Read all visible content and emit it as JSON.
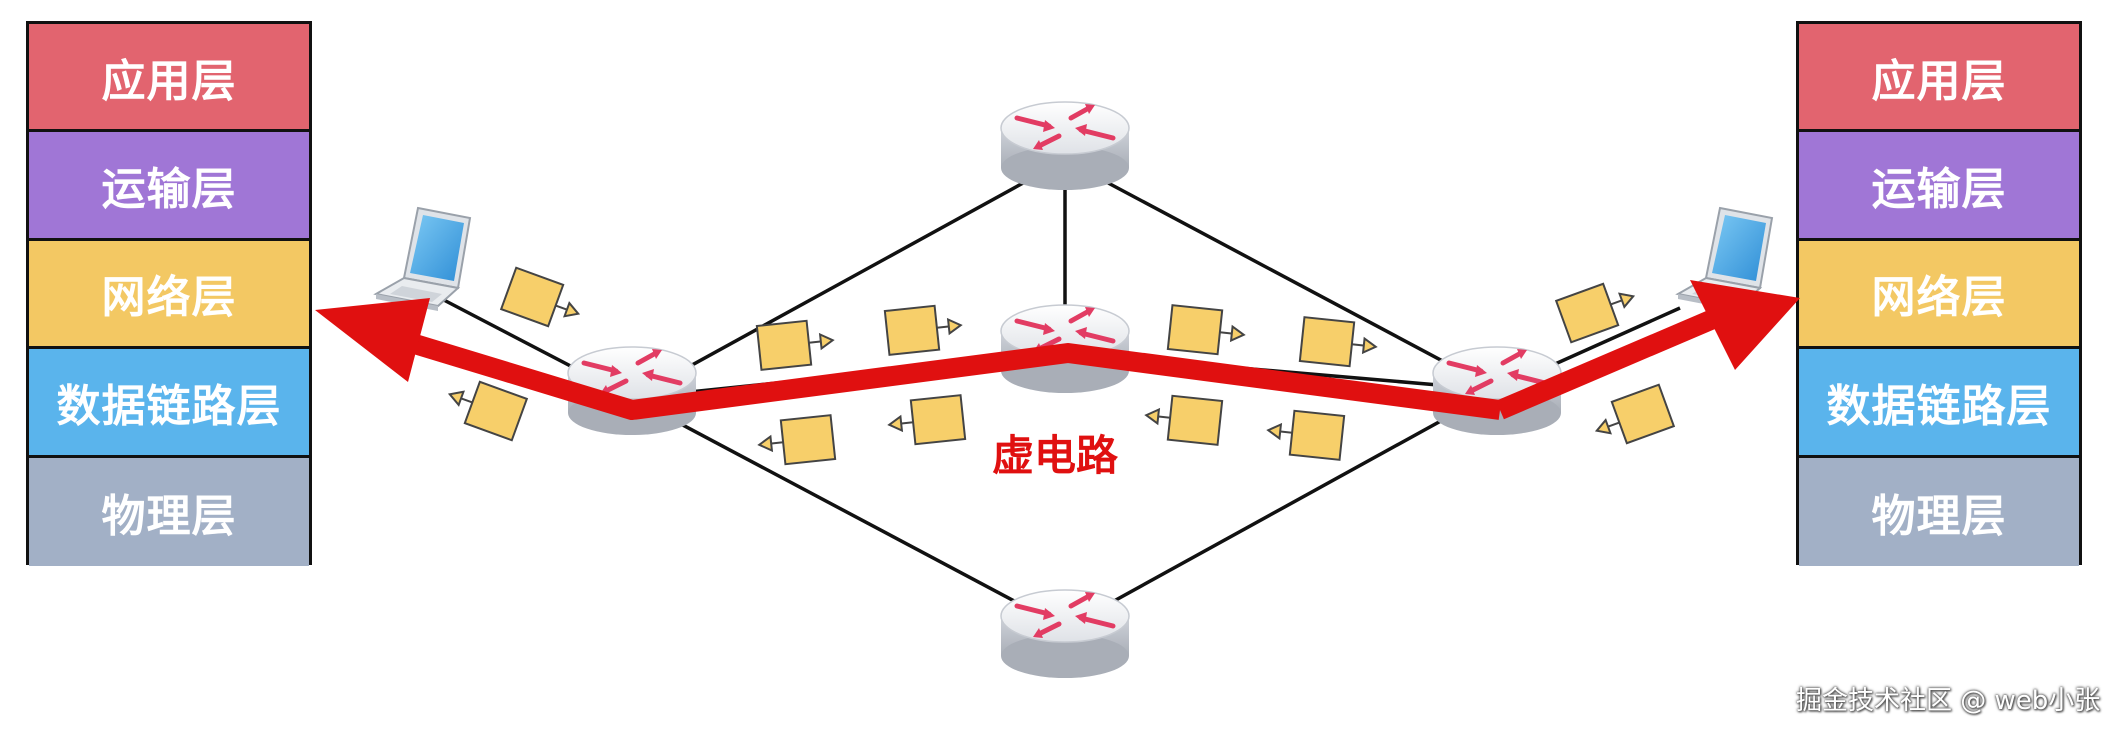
{
  "left_stack": {
    "layers": [
      "应用层",
      "运输层",
      "网络层",
      "数据链路层",
      "物理层"
    ]
  },
  "right_stack": {
    "layers": [
      "应用层",
      "运输层",
      "网络层",
      "数据链路层",
      "物理层"
    ]
  },
  "virtual_circuit_label": "虚电路",
  "watermark": "掘金技术社区 @ web小张",
  "colors": {
    "application": "#e2646f",
    "transport": "#a076d6",
    "network": "#f3c863",
    "datalink": "#5ab4ec",
    "physical": "#a2b0c6",
    "virtual_circuit": "#e01010",
    "packet": "#f7cf6a"
  },
  "icons": [
    "laptop-icon",
    "router-icon",
    "packet-icon"
  ]
}
